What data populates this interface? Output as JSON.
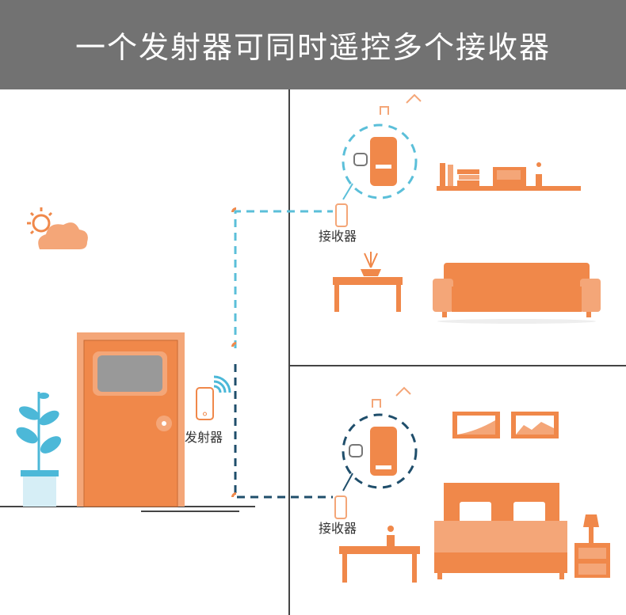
{
  "title": "一个发射器可同时遥控多个接收器",
  "labels": {
    "transmitter": "发射器",
    "receiver_top": "接收器",
    "receiver_bottom": "接收器"
  },
  "colors": {
    "header": "#727272",
    "orange": "#f0884a",
    "light_orange": "#f4a678",
    "blue_dash": "#5bbfd9",
    "navy_dash": "#1f4e6b",
    "divider": "#444444"
  }
}
